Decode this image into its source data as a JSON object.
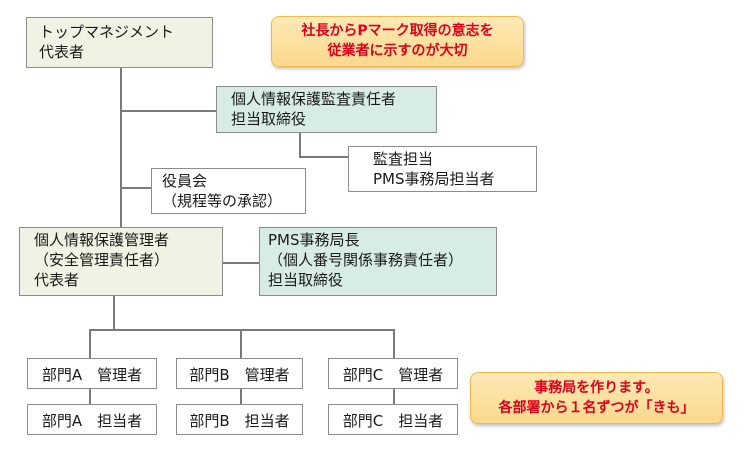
{
  "top_management": {
    "line1": "トップマネジメント",
    "line2": "代表者"
  },
  "note_top": {
    "line1": "社長からPマーク取得の意志を",
    "line2": "従業者に示すのが大切"
  },
  "privacy_audit_officer": {
    "line1": "個人情報保護監査責任者",
    "line2": "担当取締役"
  },
  "audit_staff": {
    "line1": "監査担当",
    "line2": "PMS事務局担当者"
  },
  "board": {
    "line1": "役員会",
    "line2": "（規程等の承認）"
  },
  "privacy_manager": {
    "line1": "個人情報保護管理者",
    "line2": "（安全管理責任者）",
    "line3": "代表者"
  },
  "pms_office_head": {
    "line1": "PMS事務局長",
    "line2": "（個人番号関係事務責任者）",
    "line3": "担当取締役"
  },
  "departments": [
    {
      "manager": "部門A　管理者",
      "staff": "部門A　担当者"
    },
    {
      "manager": "部門B　管理者",
      "staff": "部門B　担当者"
    },
    {
      "manager": "部門C　管理者",
      "staff": "部門C　担当者"
    }
  ],
  "note_bottom": {
    "line1": "事務局を作ります。",
    "line2": "各部署から１名ずつが「きも」"
  },
  "colors": {
    "green_box": "#eef3e3",
    "teal_box": "#d6ece4",
    "note_bg": "#fbd98c",
    "note_text": "#e0001b",
    "border": "#8c8c8c"
  }
}
